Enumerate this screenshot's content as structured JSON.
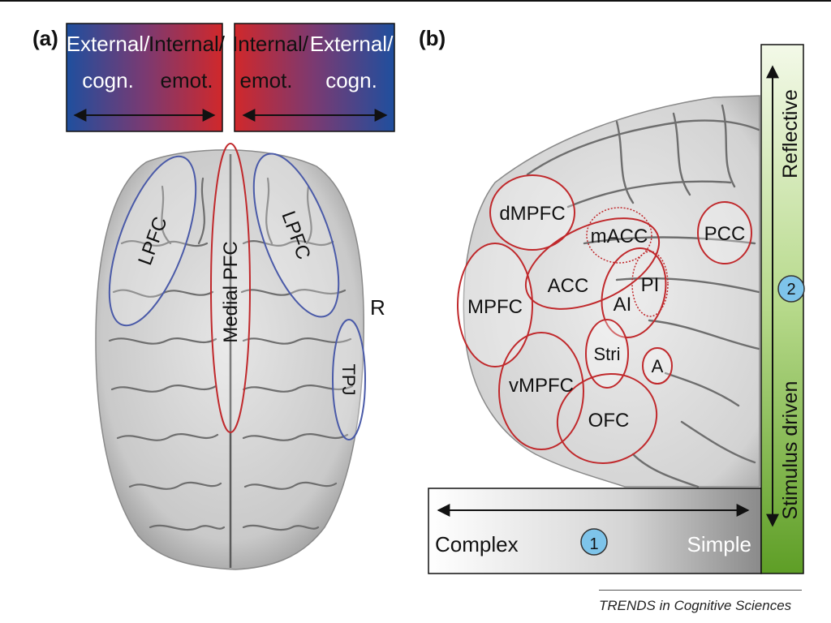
{
  "panel_a": {
    "label": "(a)",
    "bar_left": {
      "left_text": [
        "External/",
        "cogn."
      ],
      "right_text": [
        "Internal/",
        "emot."
      ]
    },
    "bar_right": {
      "left_text": [
        "Internal/",
        "emot."
      ],
      "right_text": [
        "External/",
        "cogn."
      ]
    },
    "regions": {
      "lpfc_left": "LPFC",
      "medial_pfc": "Medial PFC",
      "lpfc_right": "LPFC",
      "tpj": "TPJ"
    },
    "side_marker": "R"
  },
  "panel_b": {
    "label": "(b)",
    "regions": {
      "dmpfc": "dMPFC",
      "macc": "mACC",
      "pcc": "PCC",
      "mpfc": "MPFC",
      "acc": "ACC",
      "ai": "AI",
      "pi": "PI",
      "stri": "Stri",
      "a": "A",
      "vmpfc": "vMPFC",
      "ofc": "OFC"
    },
    "horizontal_axis": {
      "left": "Complex",
      "right": "Simple",
      "marker": "1"
    },
    "vertical_axis": {
      "top": "Reflective",
      "bottom": "Stimulus driven",
      "marker": "2"
    }
  },
  "credit": "TRENDS in Cognitive Sciences",
  "colors": {
    "blue": "#1f4f9e",
    "red": "#d0282b",
    "region_outline_red": "#c0292c",
    "region_outline_blue": "#4a5aa8",
    "green": "#6fae2f",
    "marker_fill": "#7ec4ea"
  }
}
